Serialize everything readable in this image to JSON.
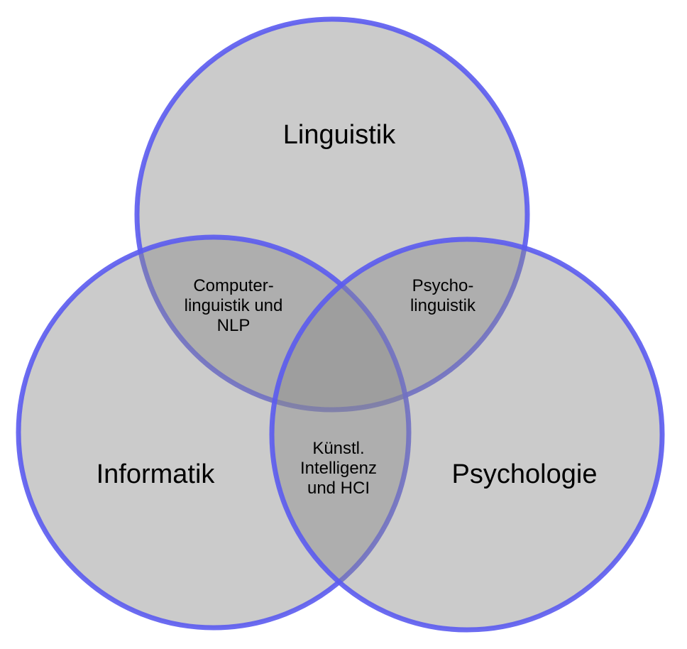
{
  "diagram": {
    "type": "venn",
    "circles": {
      "top": "Linguistik",
      "left": "Informatik",
      "right": "Psychologie"
    },
    "intersections": {
      "top_left": [
        "Computer-",
        "linguistik und",
        "NLP"
      ],
      "top_right": [
        "Psycho-",
        "linguistik"
      ],
      "left_right": [
        "Künstl.",
        "Intelligenz",
        "und HCI"
      ]
    },
    "colors": {
      "fill": "#8c8c8c",
      "stroke": "#5b5bef",
      "text": "#000000"
    }
  }
}
